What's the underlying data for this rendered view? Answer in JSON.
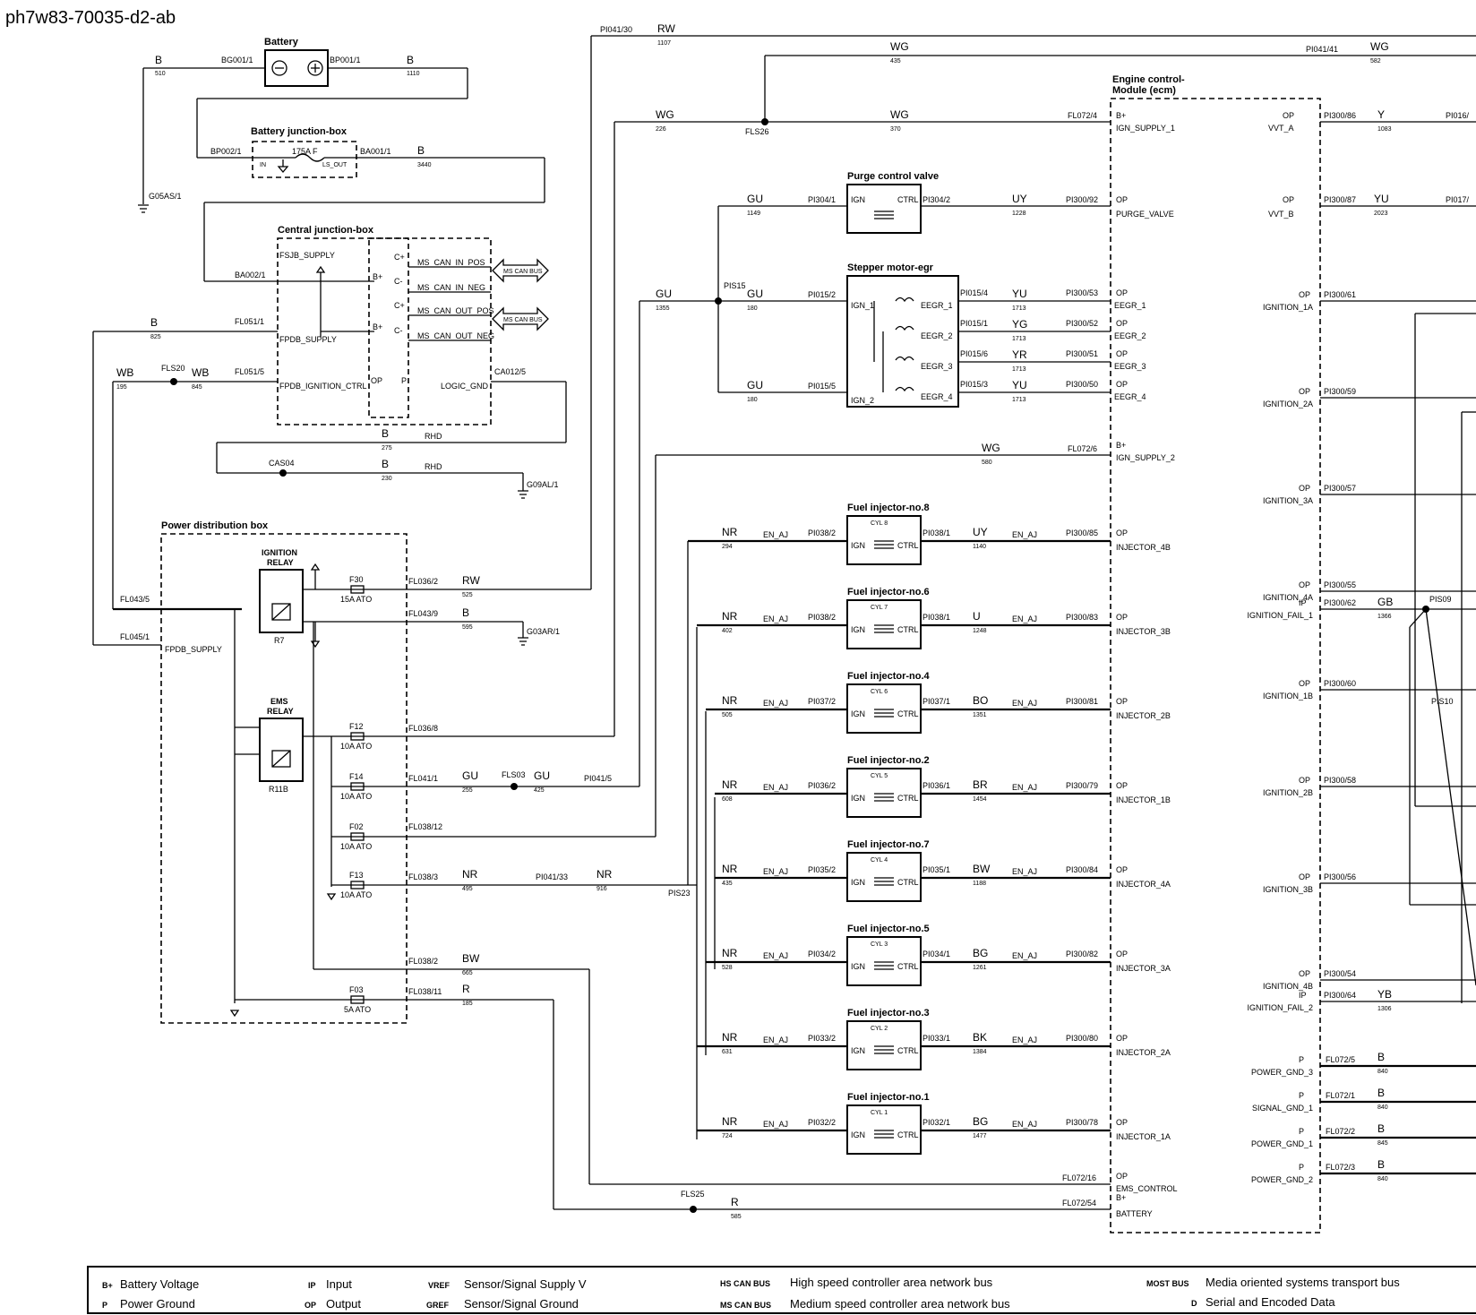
{
  "doc_id": "ph7w83-70035-d2-ab",
  "components": {
    "battery": "Battery",
    "battery_jb": "Battery junction-box",
    "cjb": "Central junction-box",
    "pdb": "Power distribution box",
    "ecm_line1": "Engine control-",
    "ecm_line2": "Module (ecm)",
    "purge": "Purge control valve",
    "stepper": "Stepper motor-egr",
    "ign_relay_1": "IGNITION",
    "ign_relay_2": "RELAY",
    "ign_relay_id": "R7",
    "ems_relay_1": "EMS",
    "ems_relay_2": "RELAY",
    "ems_relay_id": "R11B",
    "ms_can_bus": "MS CAN BUS"
  },
  "injectors": [
    {
      "title": "Fuel injector-no.8",
      "cyl": "CYL 8",
      "nr_num": "294",
      "in_pin": "PI038/2",
      "out_pin": "PI038/1",
      "wire": "UY",
      "wire_num": "1140",
      "ecm_pin": "PI300/85",
      "ecm_name": "INJECTOR_4B"
    },
    {
      "title": "Fuel injector-no.6",
      "cyl": "CYL 7",
      "nr_num": "402",
      "in_pin": "PI038/2",
      "out_pin": "PI038/1",
      "wire": "U",
      "wire_num": "1248",
      "ecm_pin": "PI300/83",
      "ecm_name": "INJECTOR_3B"
    },
    {
      "title": "Fuel injector-no.4",
      "cyl": "CYL 6",
      "nr_num": "505",
      "in_pin": "PI037/2",
      "out_pin": "PI037/1",
      "wire": "BO",
      "wire_num": "1351",
      "ecm_pin": "PI300/81",
      "ecm_name": "INJECTOR_2B"
    },
    {
      "title": "Fuel injector-no.2",
      "cyl": "CYL 5",
      "nr_num": "608",
      "in_pin": "PI036/2",
      "out_pin": "PI036/1",
      "wire": "BR",
      "wire_num": "1454",
      "ecm_pin": "PI300/79",
      "ecm_name": "INJECTOR_1B"
    },
    {
      "title": "Fuel injector-no.7",
      "cyl": "CYL 4",
      "nr_num": "435",
      "in_pin": "PI035/2",
      "out_pin": "PI035/1",
      "wire": "BW",
      "wire_num": "1188",
      "ecm_pin": "PI300/84",
      "ecm_name": "INJECTOR_4A"
    },
    {
      "title": "Fuel injector-no.5",
      "cyl": "CYL 3",
      "nr_num": "528",
      "in_pin": "PI034/2",
      "out_pin": "PI034/1",
      "wire": "BG",
      "wire_num": "1261",
      "ecm_pin": "PI300/82",
      "ecm_name": "INJECTOR_3A"
    },
    {
      "title": "Fuel injector-no.3",
      "cyl": "CYL 2",
      "nr_num": "631",
      "in_pin": "PI033/2",
      "out_pin": "PI033/1",
      "wire": "BK",
      "wire_num": "1384",
      "ecm_pin": "PI300/80",
      "ecm_name": "INJECTOR_2A"
    },
    {
      "title": "Fuel injector-no.1",
      "cyl": "CYL 1",
      "nr_num": "724",
      "in_pin": "PI032/2",
      "out_pin": "PI032/1",
      "wire": "BG",
      "wire_num": "1477",
      "ecm_pin": "PI300/78",
      "ecm_name": "INJECTOR_1A"
    }
  ],
  "egr": [
    {
      "pin": "PI015/4",
      "wire": "YU",
      "num": "1713",
      "ecm_pin": "PI300/53",
      "name": "EEGR_1"
    },
    {
      "pin": "PI015/1",
      "wire": "YG",
      "num": "1713",
      "ecm_pin": "PI300/52",
      "name": "EEGR_2"
    },
    {
      "pin": "PI015/6",
      "wire": "YR",
      "num": "1713",
      "ecm_pin": "PI300/51",
      "name": "EEGR_3"
    },
    {
      "pin": "PI015/3",
      "wire": "YU",
      "num": "1713",
      "ecm_pin": "PI300/50",
      "name": "EEGR_4"
    }
  ],
  "right_pins": [
    {
      "pin": "PI300/61",
      "name": "IGNITION_1A",
      "code": "OP"
    },
    {
      "pin": "PI300/59",
      "name": "IGNITION_2A",
      "code": "OP"
    },
    {
      "pin": "PI300/57",
      "name": "IGNITION_3A",
      "code": "OP"
    },
    {
      "pin": "PI300/55",
      "name": "IGNITION_4A",
      "code": "OP"
    },
    {
      "pin": "PI300/62",
      "name": "IGNITION_FAIL_1",
      "code": "IP"
    },
    {
      "pin": "PI300/60",
      "name": "IGNITION_1B",
      "code": "OP"
    },
    {
      "pin": "PI300/58",
      "name": "IGNITION_2B",
      "code": "OP"
    },
    {
      "pin": "PI300/56",
      "name": "IGNITION_3B",
      "code": "OP"
    },
    {
      "pin": "PI300/54",
      "name": "IGNITION_4B",
      "code": "OP"
    },
    {
      "pin": "PI300/64",
      "name": "IGNITION_FAIL_2",
      "code": "IP"
    }
  ],
  "grounds": [
    {
      "pin": "FL072/5",
      "name": "POWER_GND_3",
      "wire": "B",
      "num": "840"
    },
    {
      "pin": "FL072/1",
      "name": "SIGNAL_GND_1",
      "wire": "B",
      "num": "840"
    },
    {
      "pin": "FL072/2",
      "name": "POWER_GND_1",
      "wire": "B",
      "num": "845"
    },
    {
      "pin": "FL072/3",
      "name": "POWER_GND_2",
      "wire": "B",
      "num": "840"
    }
  ],
  "fuses": [
    {
      "id": "F30",
      "rating": "15A ATO"
    },
    {
      "id": "F12",
      "rating": "10A ATO"
    },
    {
      "id": "F14",
      "rating": "10A ATO"
    },
    {
      "id": "F02",
      "rating": "10A ATO"
    },
    {
      "id": "F13",
      "rating": "10A ATO"
    },
    {
      "id": "F03",
      "rating": "5A ATO"
    }
  ],
  "legend": [
    {
      "code": "B+",
      "text": "Battery Voltage"
    },
    {
      "code": "P",
      "text": "Power Ground"
    },
    {
      "code": "IP",
      "text": "Input"
    },
    {
      "code": "OP",
      "text": "Output"
    },
    {
      "code": "VREF",
      "text": "Sensor/Signal Supply V"
    },
    {
      "code": "GREF",
      "text": "Sensor/Signal Ground"
    },
    {
      "code": "HS CAN BUS",
      "text": "High speed controller area network bus"
    },
    {
      "code": "MS CAN BUS",
      "text": "Medium speed controller area network bus"
    },
    {
      "code": "MOST BUS",
      "text": "Media oriented systems transport bus"
    },
    {
      "code": "D",
      "text": "Serial and Encoded Data"
    }
  ]
}
